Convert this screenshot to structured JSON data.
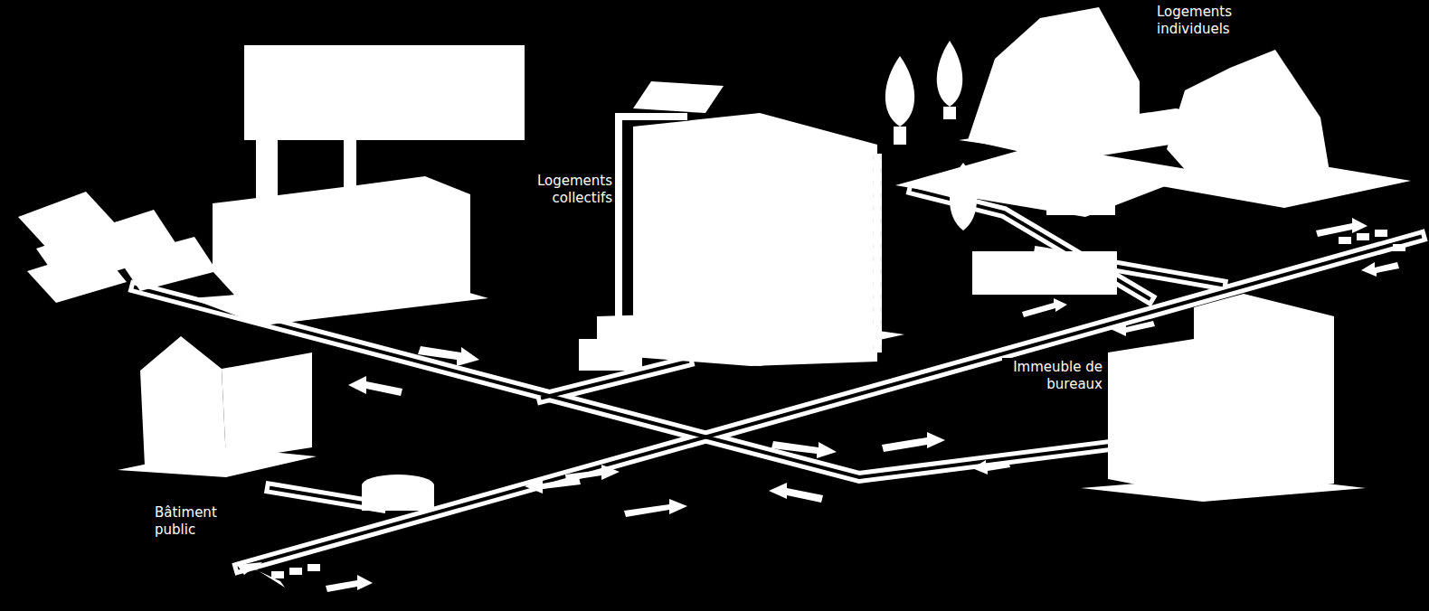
{
  "diagram": {
    "labels": [
      "Logements individuels",
      "Logements collectifs",
      "Immeuble de bureaux",
      "Bâtiment public"
    ]
  }
}
